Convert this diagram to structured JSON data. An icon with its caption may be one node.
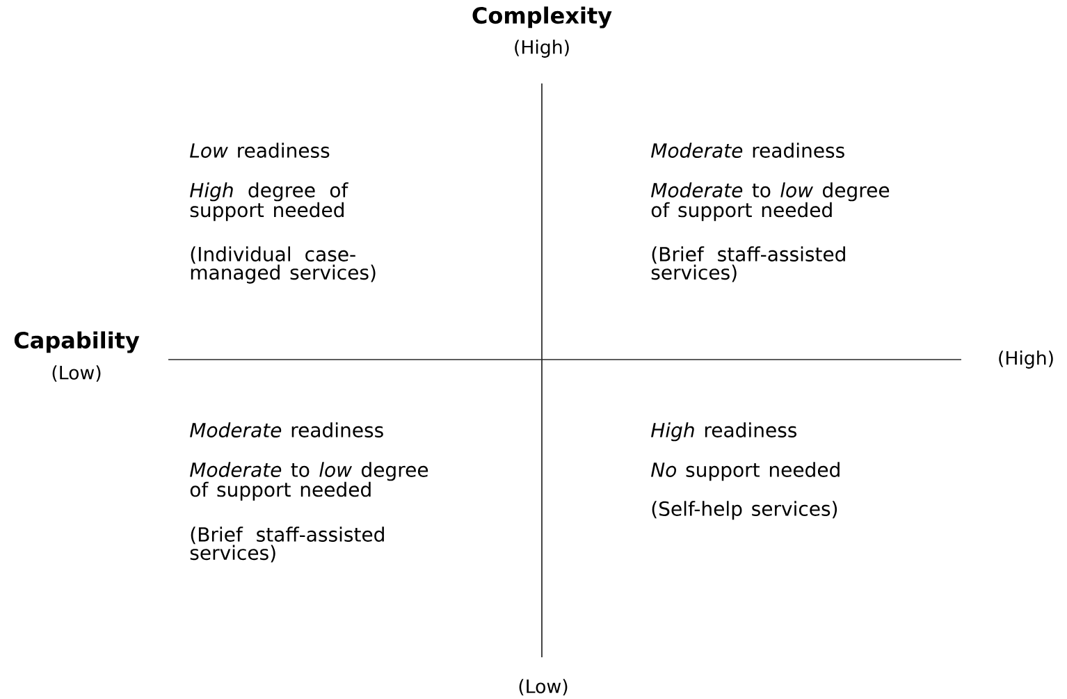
{
  "diagram": {
    "labels": [
      "Complexity",
      "(High)",
      "*Low* readiness",
      "*High* degree of support needed",
      "(Individual case-managed services)",
      "*Moderate* readiness",
      "*Moderate* to *low* degree of support needed",
      "(Brief staff-assisted services)",
      "Capability",
      "(Low)",
      "(High)",
      "*Moderate* readiness",
      "*Moderate* to *low* degree of support needed",
      "(Brief staff-assisted services)",
      "*High* readiness",
      "*No* support needed",
      "(Self-help services)",
      "(Low)"
    ]
  }
}
